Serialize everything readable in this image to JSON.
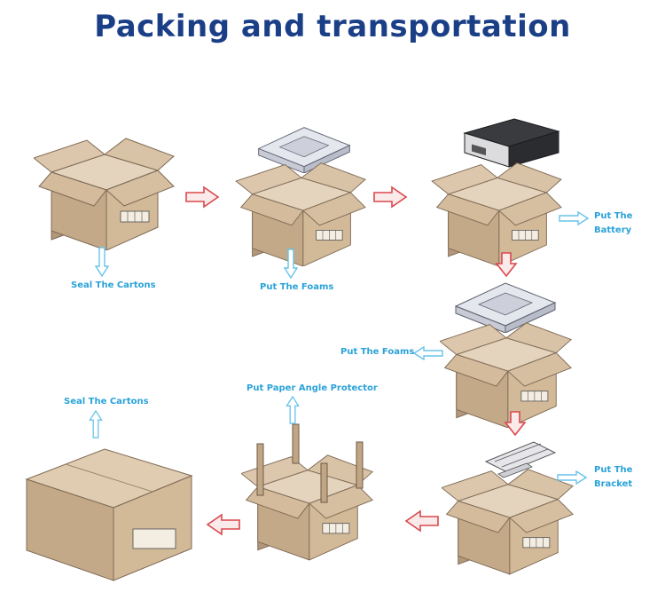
{
  "title": "Packing and transportation",
  "colors": {
    "title": "#1b3f87",
    "label": "#2aa2d8",
    "carton": "#cdb394",
    "carton_dark": "#b2977a",
    "carton_inside": "#e4d3bd",
    "foam": "#d7d9e3",
    "red_arrow": "#d9484d",
    "blue_arrow": "#69c3ea"
  },
  "steps": {
    "step1": "Seal The Cartons",
    "step2": "Put The Foams",
    "step3_line1": "Put The",
    "step3_line2": "Battery",
    "step4": "Put The Foams",
    "step5_line1": "Put The",
    "step5_line2": "Bracket",
    "step6": "Put Paper Angle Protector",
    "step7": "Seal The Cartons"
  }
}
